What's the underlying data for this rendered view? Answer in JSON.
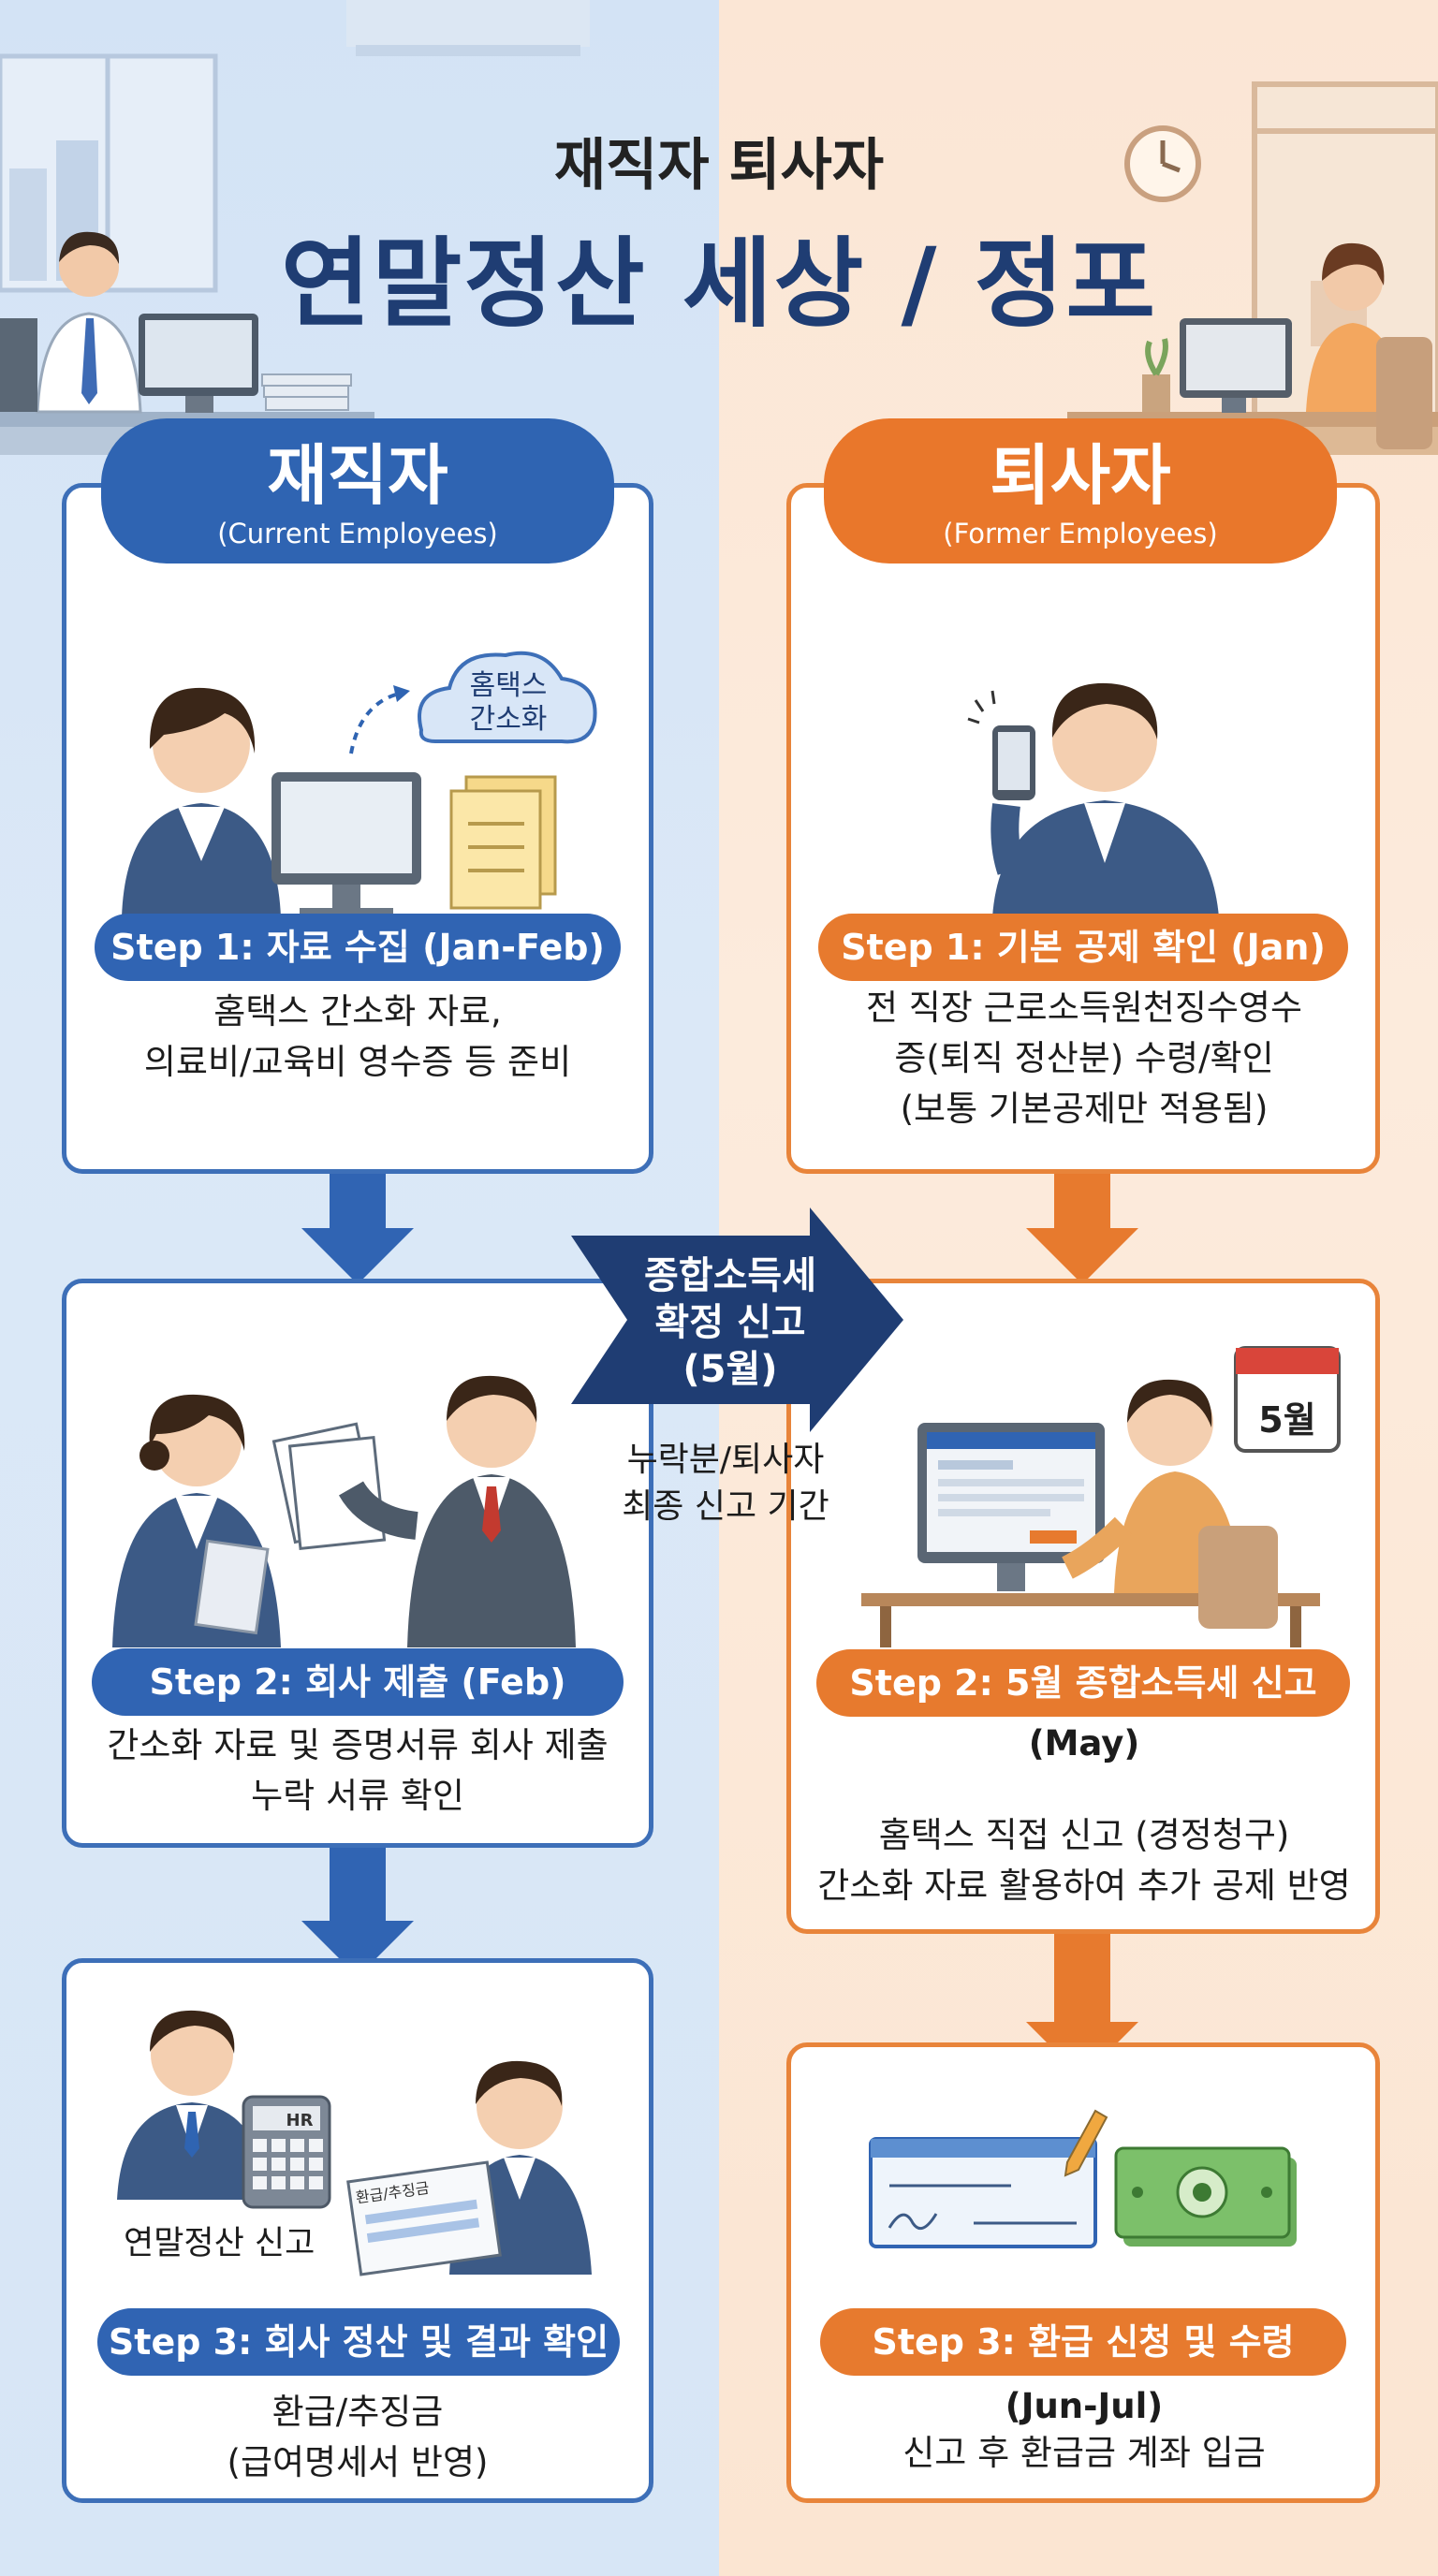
{
  "header": {
    "subtitle": "재직자 퇴사자",
    "title": "연말정산 세상 / 정포"
  },
  "current": {
    "title": "재직자",
    "subtitle": "(Current Employees)",
    "step1": {
      "label": "Step 1: 자료 수집 (Jan-Feb)",
      "line1": "홈택스 간소화 자료,",
      "line2": "의료비/교육비 영수증 등 준비",
      "cloud_line1": "홈택스",
      "cloud_line2": "간소화"
    },
    "step2": {
      "label": "Step 2: 회사 제출 (Feb)",
      "line1": "간소화 자료 및 증명서류 회사 제출",
      "line2": "누락 서류 확인"
    },
    "step3": {
      "label": "Step 3: 회사 정산 및 결과 확인",
      "line1": "환급/추징금",
      "line2": "(급여명세서 반영)",
      "scene_label": "연말정산 신고",
      "calc_label": "HR",
      "doc_label": "환급/추징금"
    }
  },
  "former": {
    "title": "퇴사자",
    "subtitle": "(Former Employees)",
    "step1": {
      "label": "Step 1: 기본 공제 확인 (Jan)",
      "line1": "전 직장 근로소득원천징수영수",
      "line2": "증(퇴직 정산분) 수령/확인",
      "line3": "(보통 기본공제만 적용됨)"
    },
    "step2": {
      "label": "Step 2: 5월 종합소득세 신고",
      "month": "(May)",
      "line1": "홈택스 직접 신고 (경정청구)",
      "line2": "간소화 자료 활용하여 추가 공제 반영",
      "calendar": "5월"
    },
    "step3": {
      "label": "Step 3: 환급 신청 및 수령",
      "period": "(Jun-Jul)",
      "line1": "신고 후 환급금 계좌 입금"
    }
  },
  "center": {
    "arrow_line1": "종합소득세",
    "arrow_line2": "확정 신고",
    "arrow_line3": "(5월)",
    "note_line1": "누락분/퇴사자",
    "note_line2": "최종 신고 기간"
  },
  "colors": {
    "blue": "#2f64b2",
    "orange": "#e9772b",
    "navy": "#1f3d73"
  }
}
